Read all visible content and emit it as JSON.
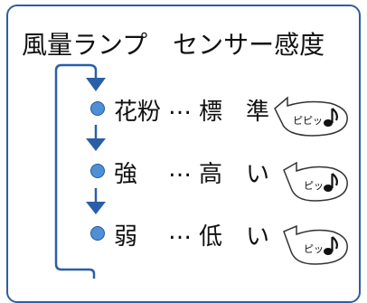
{
  "title": "風量ランプ　センサー感度",
  "accent": "#2a5fa8",
  "dot_color": "#4f8fd6",
  "levels": [
    {
      "name": "花粉",
      "dots": "…",
      "level": "標　準",
      "sound": "ピピッ",
      "note_icon": "eighth-note-icon"
    },
    {
      "name": "強",
      "dots": "…",
      "level": "高　い",
      "sound": "ピッ",
      "note_icon": "eighth-note-icon"
    },
    {
      "name": "弱",
      "dots": "…",
      "level": "低　い",
      "sound": "ピッ",
      "note_icon": "eighth-note-icon"
    }
  ]
}
